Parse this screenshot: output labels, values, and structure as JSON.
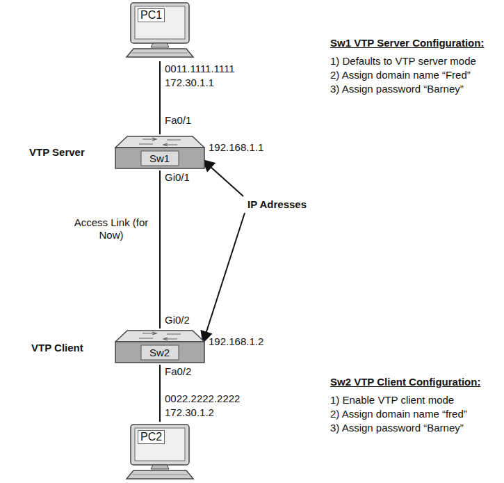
{
  "diagram": {
    "nodes": [
      {
        "text": [
          "PC1"
        ]
      },
      {
        "text": [
          "Sw1"
        ]
      },
      {
        "text": [
          "Sw2"
        ]
      },
      {
        "text": [
          "PC2"
        ]
      }
    ],
    "edges": [
      {
        "from": 0,
        "to": 1,
        "arrow": "none"
      },
      {
        "from": 1,
        "to": 2,
        "arrow": "none",
        "label": "Access Link (for Now)"
      },
      {
        "from": 2,
        "to": 3,
        "arrow": "none"
      }
    ],
    "labels": [
      "0011.1111.1111",
      "172.30.1.1",
      "Fa0/1",
      "192.168.1.1",
      "VTP Server",
      "Gi0/1",
      "IP Adresses",
      "Gi0/2",
      "192.168.1.2",
      "VTP Client",
      "Fa0/2",
      "0022.2222.2222",
      "172.30.1.2",
      "Sw1 VTP Server Configuration:",
      "1) Defaults to VTP server mode",
      "2) Assign domain name “Fred”",
      "3) Assign password “Barney”",
      "Sw2 VTP Client Configuration:",
      "1) Enable VTP client mode",
      "2) Assign domain name “fred”",
      "3) Assign password “Barney”"
    ]
  }
}
